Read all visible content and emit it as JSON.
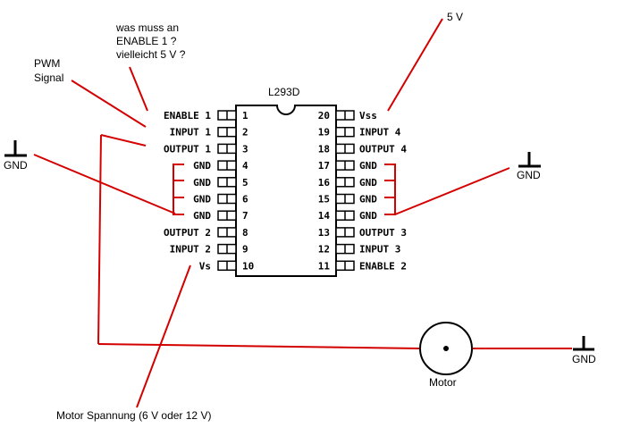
{
  "chip": {
    "name": "L293D",
    "left_pins": [
      {
        "num": "1",
        "label": "ENABLE 1"
      },
      {
        "num": "2",
        "label": "INPUT 1"
      },
      {
        "num": "3",
        "label": "OUTPUT 1"
      },
      {
        "num": "4",
        "label": "GND"
      },
      {
        "num": "5",
        "label": "GND"
      },
      {
        "num": "6",
        "label": "GND"
      },
      {
        "num": "7",
        "label": "GND"
      },
      {
        "num": "8",
        "label": "OUTPUT 2"
      },
      {
        "num": "9",
        "label": "INPUT 2"
      },
      {
        "num": "10",
        "label": "Vs"
      }
    ],
    "right_pins": [
      {
        "num": "20",
        "label": "Vss"
      },
      {
        "num": "19",
        "label": "INPUT 4"
      },
      {
        "num": "18",
        "label": "OUTPUT 4"
      },
      {
        "num": "17",
        "label": "GND"
      },
      {
        "num": "16",
        "label": "GND"
      },
      {
        "num": "15",
        "label": "GND"
      },
      {
        "num": "14",
        "label": "GND"
      },
      {
        "num": "13",
        "label": "OUTPUT 3"
      },
      {
        "num": "12",
        "label": "INPUT 3"
      },
      {
        "num": "11",
        "label": "ENABLE 2"
      }
    ]
  },
  "annotations": {
    "enable_question": [
      "was muss an",
      "ENABLE 1 ?",
      "vielleicht 5 V ?"
    ],
    "pwm": [
      "PWM",
      "Signal"
    ],
    "supply_5v": "5 V",
    "motor_voltage": "Motor Spannung (6 V oder 12 V)",
    "motor": "Motor"
  },
  "grounds": {
    "left": "GND",
    "right": "GND",
    "motor": "GND"
  },
  "colors": {
    "wire": "#d40000",
    "outline": "#000000",
    "background": "#ffffff"
  }
}
